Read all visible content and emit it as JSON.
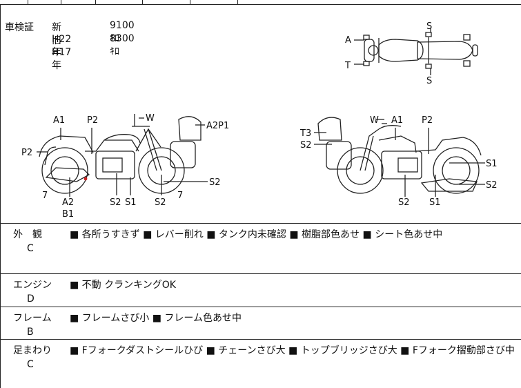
{
  "registration": {
    "label": "車検証",
    "new": {
      "era": "新H22年",
      "km": "9100ｷﾛ"
    },
    "old": {
      "era": "旧H17年",
      "km": "8300ｷﾛ"
    }
  },
  "top_view_labels": {
    "a": "A",
    "t": "T",
    "s_top": "S",
    "s_bottom": "S"
  },
  "left_view_labels": {
    "a1": "A1",
    "p2_top": "P2",
    "w": "W",
    "a2p1": "A2P1",
    "p2_left": "P2",
    "s2_right": "S2",
    "num_7_left": "7",
    "num_7_right": "7",
    "a2": "A2",
    "b1": "B1",
    "s2_bottom": "S2",
    "s1_bottom": "S1",
    "s2_center": "S2"
  },
  "right_view_labels": {
    "w": "W",
    "a1": "A1",
    "p2": "P2",
    "t3": "T3",
    "s2_left": "S2",
    "s1_right": "S1",
    "s2_right": "S2",
    "s2_bottom": "S2",
    "s1_bottom": "S1"
  },
  "rows": [
    {
      "category": "外　観",
      "grade": "C",
      "notes": "■ 各所うすきず ■ レバー削れ ■ タンク内未確認 ■ 樹脂部色あせ ■ シート色あせ中"
    },
    {
      "category": "エンジン",
      "grade": "D",
      "notes": "■ 不動 クランキングOK"
    },
    {
      "category": "フレーム",
      "grade": "B",
      "notes": "■ フレームさび小 ■ フレーム色あせ中"
    },
    {
      "category": "足まわり",
      "grade": "C",
      "notes": "■ Fフォークダストシールひび ■ チェーンさび大 ■ トップブリッジさび大 ■ Fフォーク摺動部さび中"
    }
  ]
}
